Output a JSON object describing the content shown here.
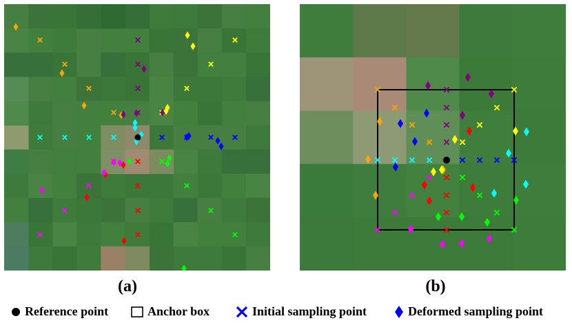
{
  "panels": {
    "a": {
      "caption": "(a)"
    },
    "b": {
      "caption": "(b)"
    }
  },
  "legend": {
    "reference_point": "Reference point",
    "anchor_box": "Anchor box",
    "initial_sampling_point": "Initial sampling point",
    "deformed_sampling_point": "Deformed sampling point"
  },
  "colors": {
    "reference": "#000000",
    "initial_marker": "#0000ff",
    "deformed_marker": "#0000ff",
    "anchor_box": "#000000",
    "background_green": "#3f7f3c",
    "patch_tan": "#9e8c6e"
  },
  "icons": {
    "reference_point": "filled-circle-icon",
    "anchor_box": "square-outline-icon",
    "initial_sampling_point": "x-cross-icon",
    "deformed_sampling_point": "diamond-icon"
  }
}
